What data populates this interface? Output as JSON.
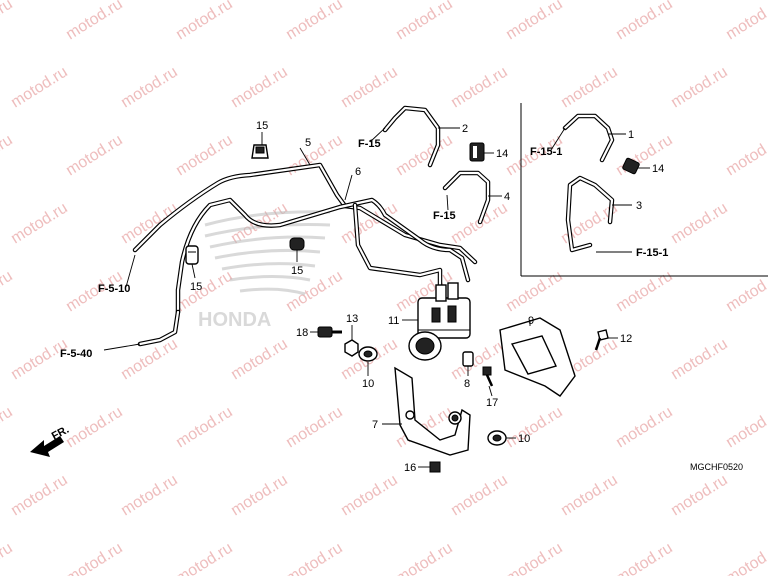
{
  "watermark": {
    "text": "motod.ru",
    "color": "#e9a8a8"
  },
  "diagram_code": "MGCHF0520",
  "direction_label": "FR.",
  "logo_text": "HONDA",
  "callouts": {
    "c1": "1",
    "c2": "2",
    "c3": "3",
    "c4": "4",
    "c5": "5",
    "c6": "6",
    "c7": "7",
    "c8": "8",
    "c9": "9",
    "c10a": "10",
    "c10b": "10",
    "c11": "11",
    "c12": "12",
    "c13": "13",
    "c14a": "14",
    "c14b": "14",
    "c15a": "15",
    "c15b": "15",
    "c15c": "15",
    "c16": "16",
    "c17": "17",
    "c18": "18"
  },
  "refs": {
    "f15a": "F-15",
    "f15b": "F-15",
    "f151a": "F-15-1",
    "f151b": "F-15-1",
    "f510": "F-5-10",
    "f540": "F-5-40"
  }
}
